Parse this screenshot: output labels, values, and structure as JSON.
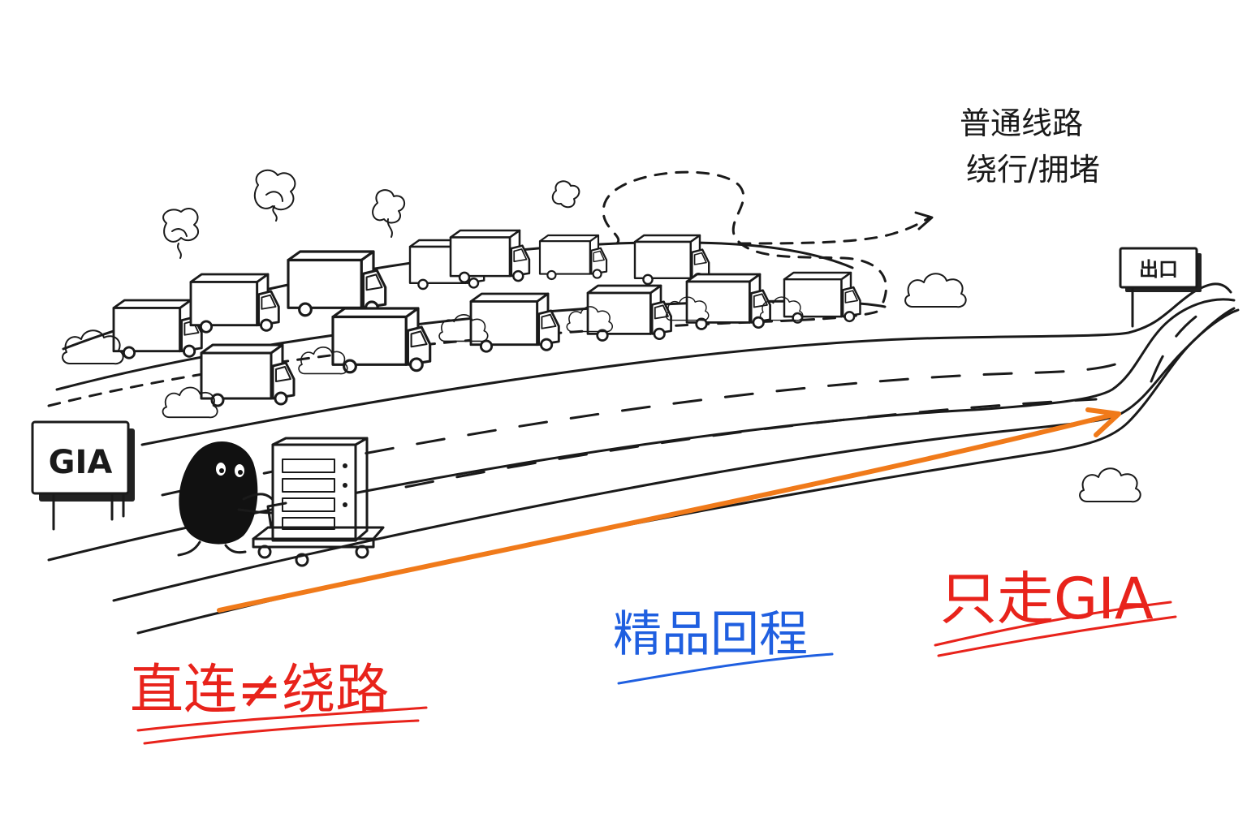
{
  "signs": {
    "gia": "GIA",
    "exit": "出口"
  },
  "notes": {
    "normal_route_line1": "普通线路",
    "normal_route_line2": "绕行/拥堵"
  },
  "labels": {
    "direct": "直连≠绕路",
    "premium": "精品回程",
    "only_gia": "只走GIA"
  },
  "colors": {
    "ink": "#1a1a1a",
    "red": "#e8231b",
    "blue": "#1f5fe0",
    "orange": "#f07a1a",
    "character": "#111111"
  },
  "icons": {
    "truck": "delivery-truck-icon",
    "cloud": "bush-cloud-icon",
    "smoke": "exhaust-smoke-icon",
    "server": "server-rack-icon"
  }
}
